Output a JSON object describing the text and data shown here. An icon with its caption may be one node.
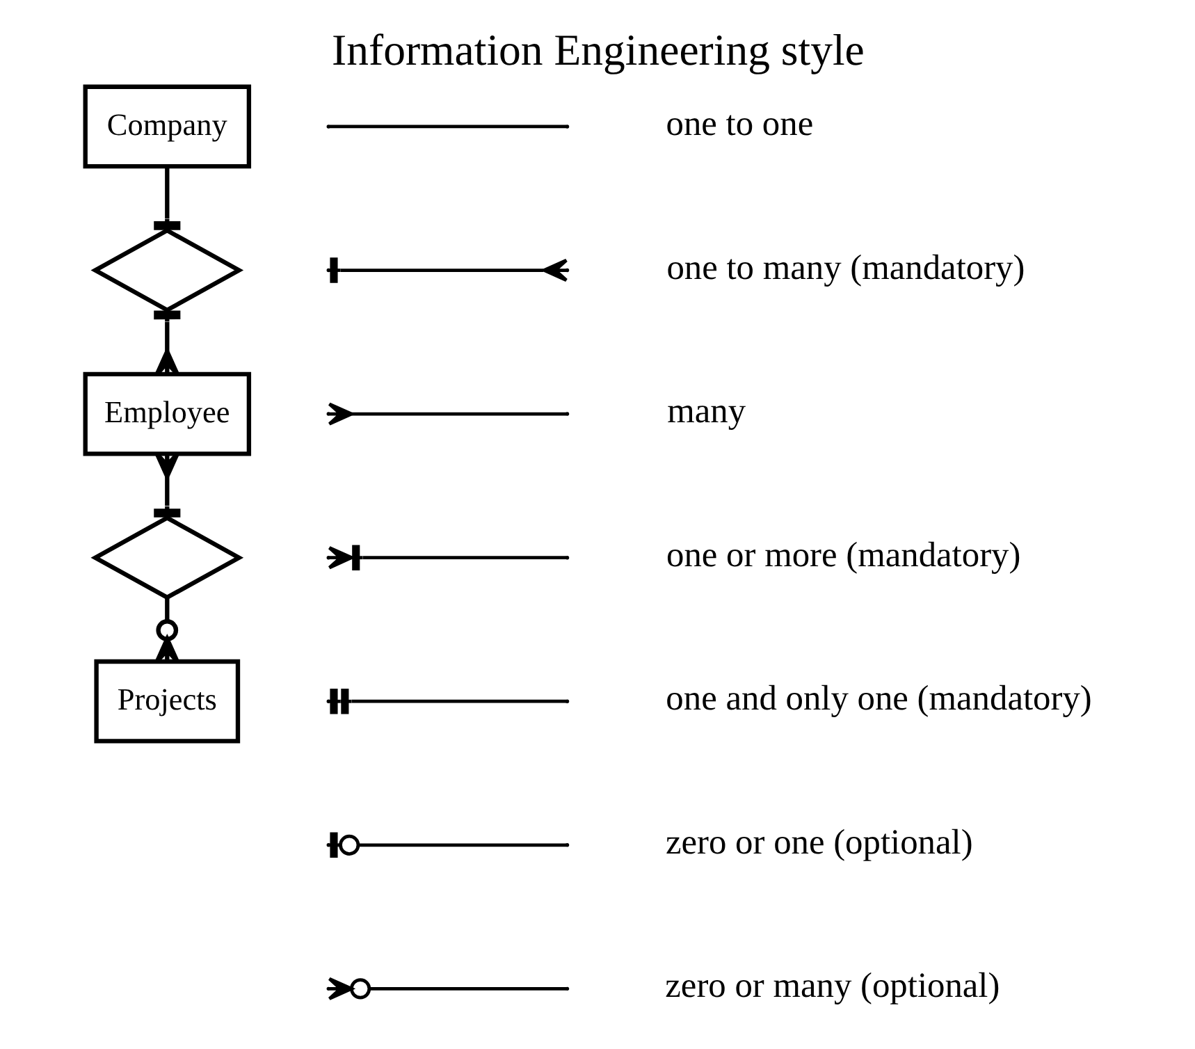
{
  "diagram": {
    "title": "Information Engineering style",
    "nodes": [
      {
        "text": [
          "Company"
        ]
      },
      {
        "text": [],
        "shape": "diamond"
      },
      {
        "text": [
          "Employee"
        ]
      },
      {
        "text": [],
        "shape": "diamond"
      },
      {
        "text": [
          "Projects"
        ]
      }
    ],
    "edges": [
      {
        "from": 0,
        "to": 1,
        "arrow": "other"
      },
      {
        "from": 1,
        "to": 2,
        "arrow": "other"
      },
      {
        "from": 2,
        "to": 3,
        "arrow": "other"
      },
      {
        "from": 3,
        "to": 4,
        "arrow": "other"
      }
    ],
    "legend": [
      {
        "text": "one to one"
      },
      {
        "text": "one to many (mandatory)"
      },
      {
        "text": "many"
      },
      {
        "text": "one or more (mandatory)"
      },
      {
        "text": "one and only one (mandatory)"
      },
      {
        "text": "zero or one (optional)"
      },
      {
        "text": "zero or many (optional)"
      }
    ]
  }
}
